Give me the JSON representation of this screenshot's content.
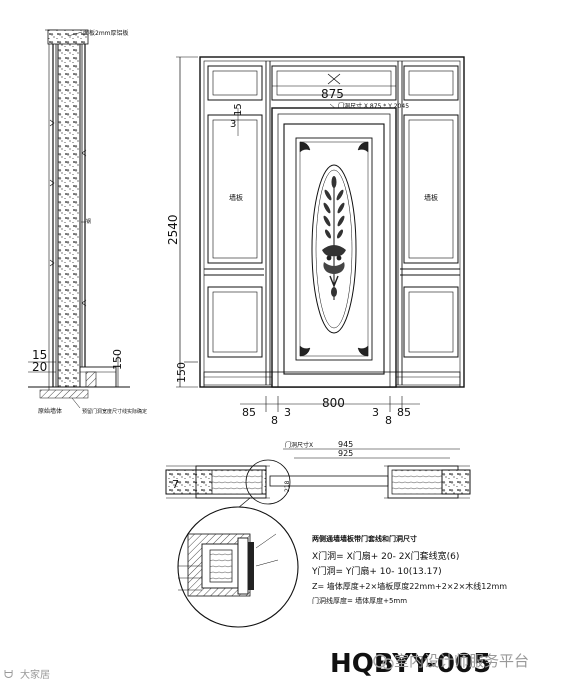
{
  "section_view": {
    "label_top": "面板2mm厚铝板",
    "label_mid": "钢",
    "dim_15": "15",
    "dim_20": "20",
    "dim_150": "150",
    "label_bottom": "原始墙体",
    "label_bottom2": "预留门洞宽度尺寸线实际确定"
  },
  "elevation": {
    "dim_total_height": "2540",
    "dim_top_width": "875",
    "opening_note": "门洞尺寸 X 875 * Y 2045",
    "dim_15": "15",
    "dim_3": "3",
    "left_panel_label": "墙板",
    "right_panel_label": "墙板",
    "dim_150_bottom": "150",
    "dim_door_width": "800",
    "dim_left_85": "85",
    "dim_left_3": "3",
    "dim_left_8": "8",
    "dim_right_85": "85",
    "dim_right_3": "3",
    "dim_right_8": "8"
  },
  "plan_view": {
    "note_x": "门洞尺寸X",
    "dim_945": "945",
    "dim_925": "925",
    "dim_7": "7",
    "dim_218": "218"
  },
  "formula": {
    "title": "两侧通墙墙板带门套线和门洞尺寸",
    "line_x": "X门洞= X门扇+ 20- 2X门套线宽(6)",
    "line_y": "Y门洞= Y门扇+ 10- 10(13.17)",
    "line_z": "Z= 墙体厚度+2×墙板厚度22mm+2×2×木线12mm",
    "line_w": "门洞线厚度= 墙体厚度+5mm"
  },
  "footer": {
    "product_code": "HQBYY-005",
    "watermark_left": "大家居",
    "watermark_right": "室内设计师服务平台"
  }
}
